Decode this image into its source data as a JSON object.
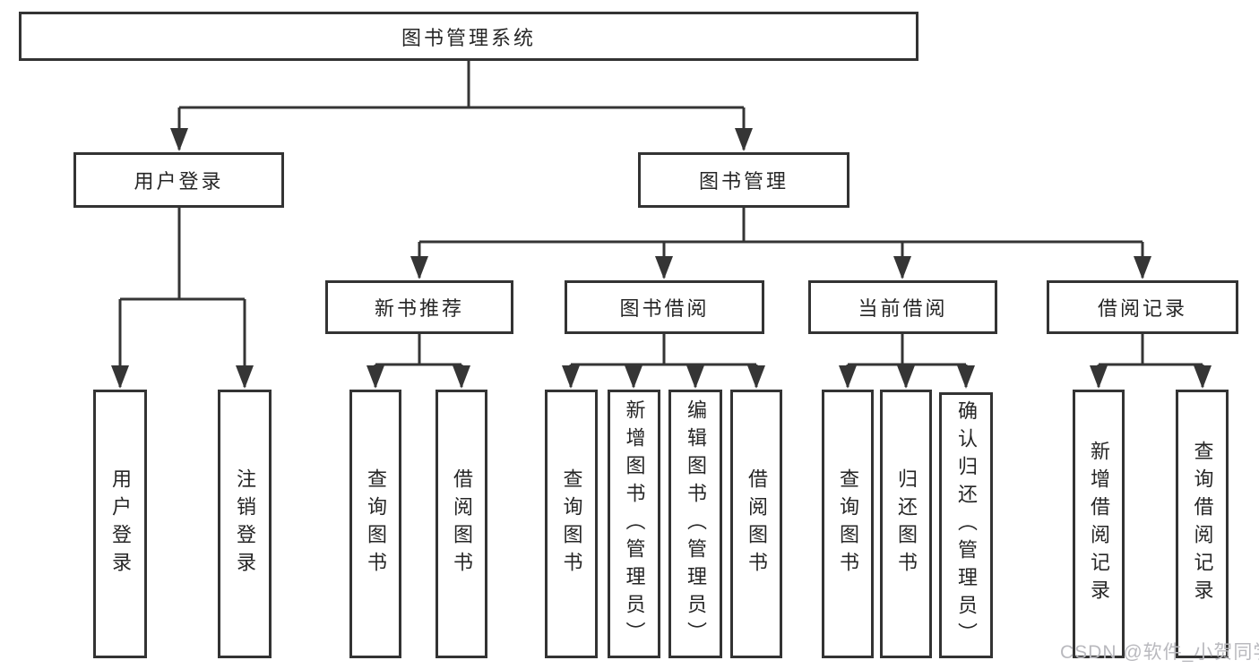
{
  "tree": {
    "label": "图书管理系统",
    "children": [
      {
        "label": "用户登录",
        "children": [
          {
            "label": "用户登录"
          },
          {
            "label": "注销登录"
          }
        ]
      },
      {
        "label": "图书管理",
        "children": [
          {
            "label": "新书推荐",
            "children": [
              {
                "label": "查询图书"
              },
              {
                "label": "借阅图书"
              }
            ]
          },
          {
            "label": "图书借阅",
            "children": [
              {
                "label": "查询图书"
              },
              {
                "label": "新增图书（管理员）"
              },
              {
                "label": "编辑图书（管理员）"
              },
              {
                "label": "借阅图书"
              }
            ]
          },
          {
            "label": "当前借阅",
            "children": [
              {
                "label": "查询图书"
              },
              {
                "label": "归还图书"
              },
              {
                "label": "确认归还（管理员）"
              }
            ]
          },
          {
            "label": "借阅记录",
            "children": [
              {
                "label": "新增借阅记录"
              },
              {
                "label": "查询借阅记录"
              }
            ]
          }
        ]
      }
    ]
  },
  "watermark": "CSDN @软件_小贺同学",
  "colors": {
    "line": "#353535",
    "box_border": "#333333",
    "text": "#262626",
    "watermark": "#b9b9be",
    "background": "#ffffff"
  }
}
